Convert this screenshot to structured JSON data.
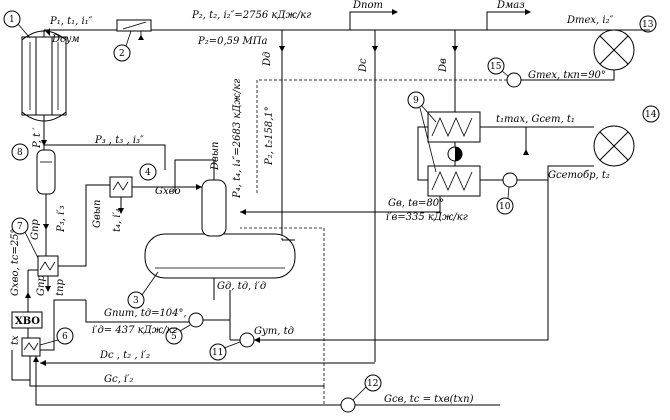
{
  "labels": {
    "main_line": "P₂, t₂, i₂″=2756 кДж/кг",
    "p2_pressure": "P₂=0,59 МПа",
    "steam_in": "P₁, t₁, i₁″",
    "d_sum": "Dсум",
    "d_pot": "Dпот",
    "d_maz": "Dмаз",
    "d_tex": "Dтех, i₂″",
    "d_d": "Dд",
    "d_c": "Dс",
    "d_v": "Dв",
    "g_tex": "Gтех, tкп=90°",
    "g_pr": "Gпр",
    "p3_i3": "P₃, i′₃",
    "p3_t3": "P₃ , t₃ , i₃″",
    "p_t": "P, t ′",
    "g_hvo": "Gхво",
    "g_vyp": "Gвып",
    "t4_i4": "t₄, i′₄",
    "p4": "P₄, t₄, i₄″=2683 кДж/кг",
    "d_vyp": "Dвып",
    "p2_t2": "P₂, t₂158,1°",
    "t1max": "t₁max, Gсет, t₁",
    "g_setobr": "Gсетобр, t₂",
    "gv_tv": "Gв, tв=80°",
    "iv": "i′в=335 кДж/кг",
    "gd": "Gд, tд, i′д",
    "g_pit": "Gпит, tд=104°,",
    "i_d": "i′д= 437 кДж/кг",
    "g_ut": "Gут, tд",
    "dc_t2": "Dс , t₂ , i′₂",
    "gc_i2": "Gс, i′₂",
    "g_sv": "Gсв, tс = tхв(tхп)",
    "g_hvo_t": "Gхво, tс=25°",
    "t_pr": "tпр",
    "g_pr2": "Gпр",
    "t_x": "tх",
    "hvo_box": "ХВО"
  },
  "components": [
    "1",
    "2",
    "3",
    "4",
    "5",
    "6",
    "7",
    "8",
    "9",
    "10",
    "11",
    "12",
    "13",
    "14",
    "15"
  ]
}
